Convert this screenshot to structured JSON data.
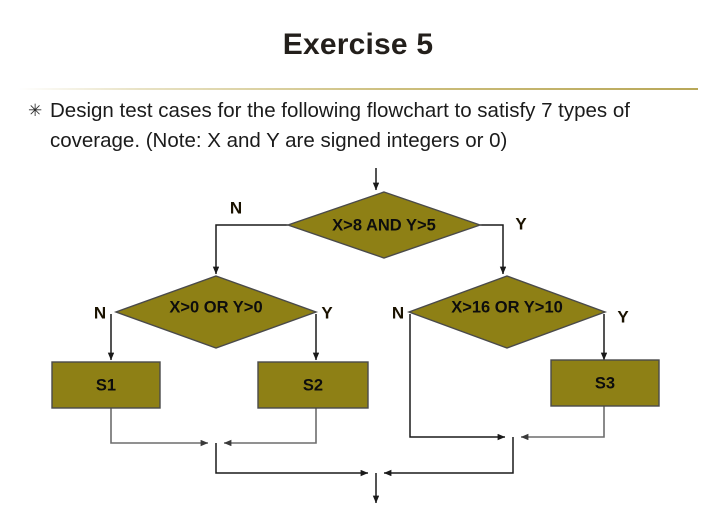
{
  "slide": {
    "title": "Exercise 5",
    "bullet_glyph": "✳",
    "bullet_text": "Design test cases for the following flowchart to satisfy 7 types of coverage. (Note: X and Y are signed integers or 0)"
  },
  "colors": {
    "shape_fill": "#8e8015",
    "shape_border": "#4a4a4a",
    "connector": "#1a1a1a",
    "connector_grey": "#6d6d6d",
    "title_text": "#231f1b",
    "body_text": "#1b1b1b",
    "divider": "#b8a758",
    "branch_label": "#1a1200"
  },
  "flowchart": {
    "decisions": [
      {
        "id": "d1",
        "label": "X>8 AND Y>5",
        "no_label": "N",
        "yes_label": "Y"
      },
      {
        "id": "d2",
        "label": "X>0 OR Y>0",
        "no_label": "N",
        "yes_label": "Y"
      },
      {
        "id": "d3",
        "label": "X>16 OR Y>10",
        "no_label": "N",
        "yes_label": "Y"
      }
    ],
    "processes": [
      {
        "id": "p1",
        "label": "S1"
      },
      {
        "id": "p2",
        "label": "S2"
      },
      {
        "id": "p3",
        "label": "S3"
      }
    ]
  }
}
